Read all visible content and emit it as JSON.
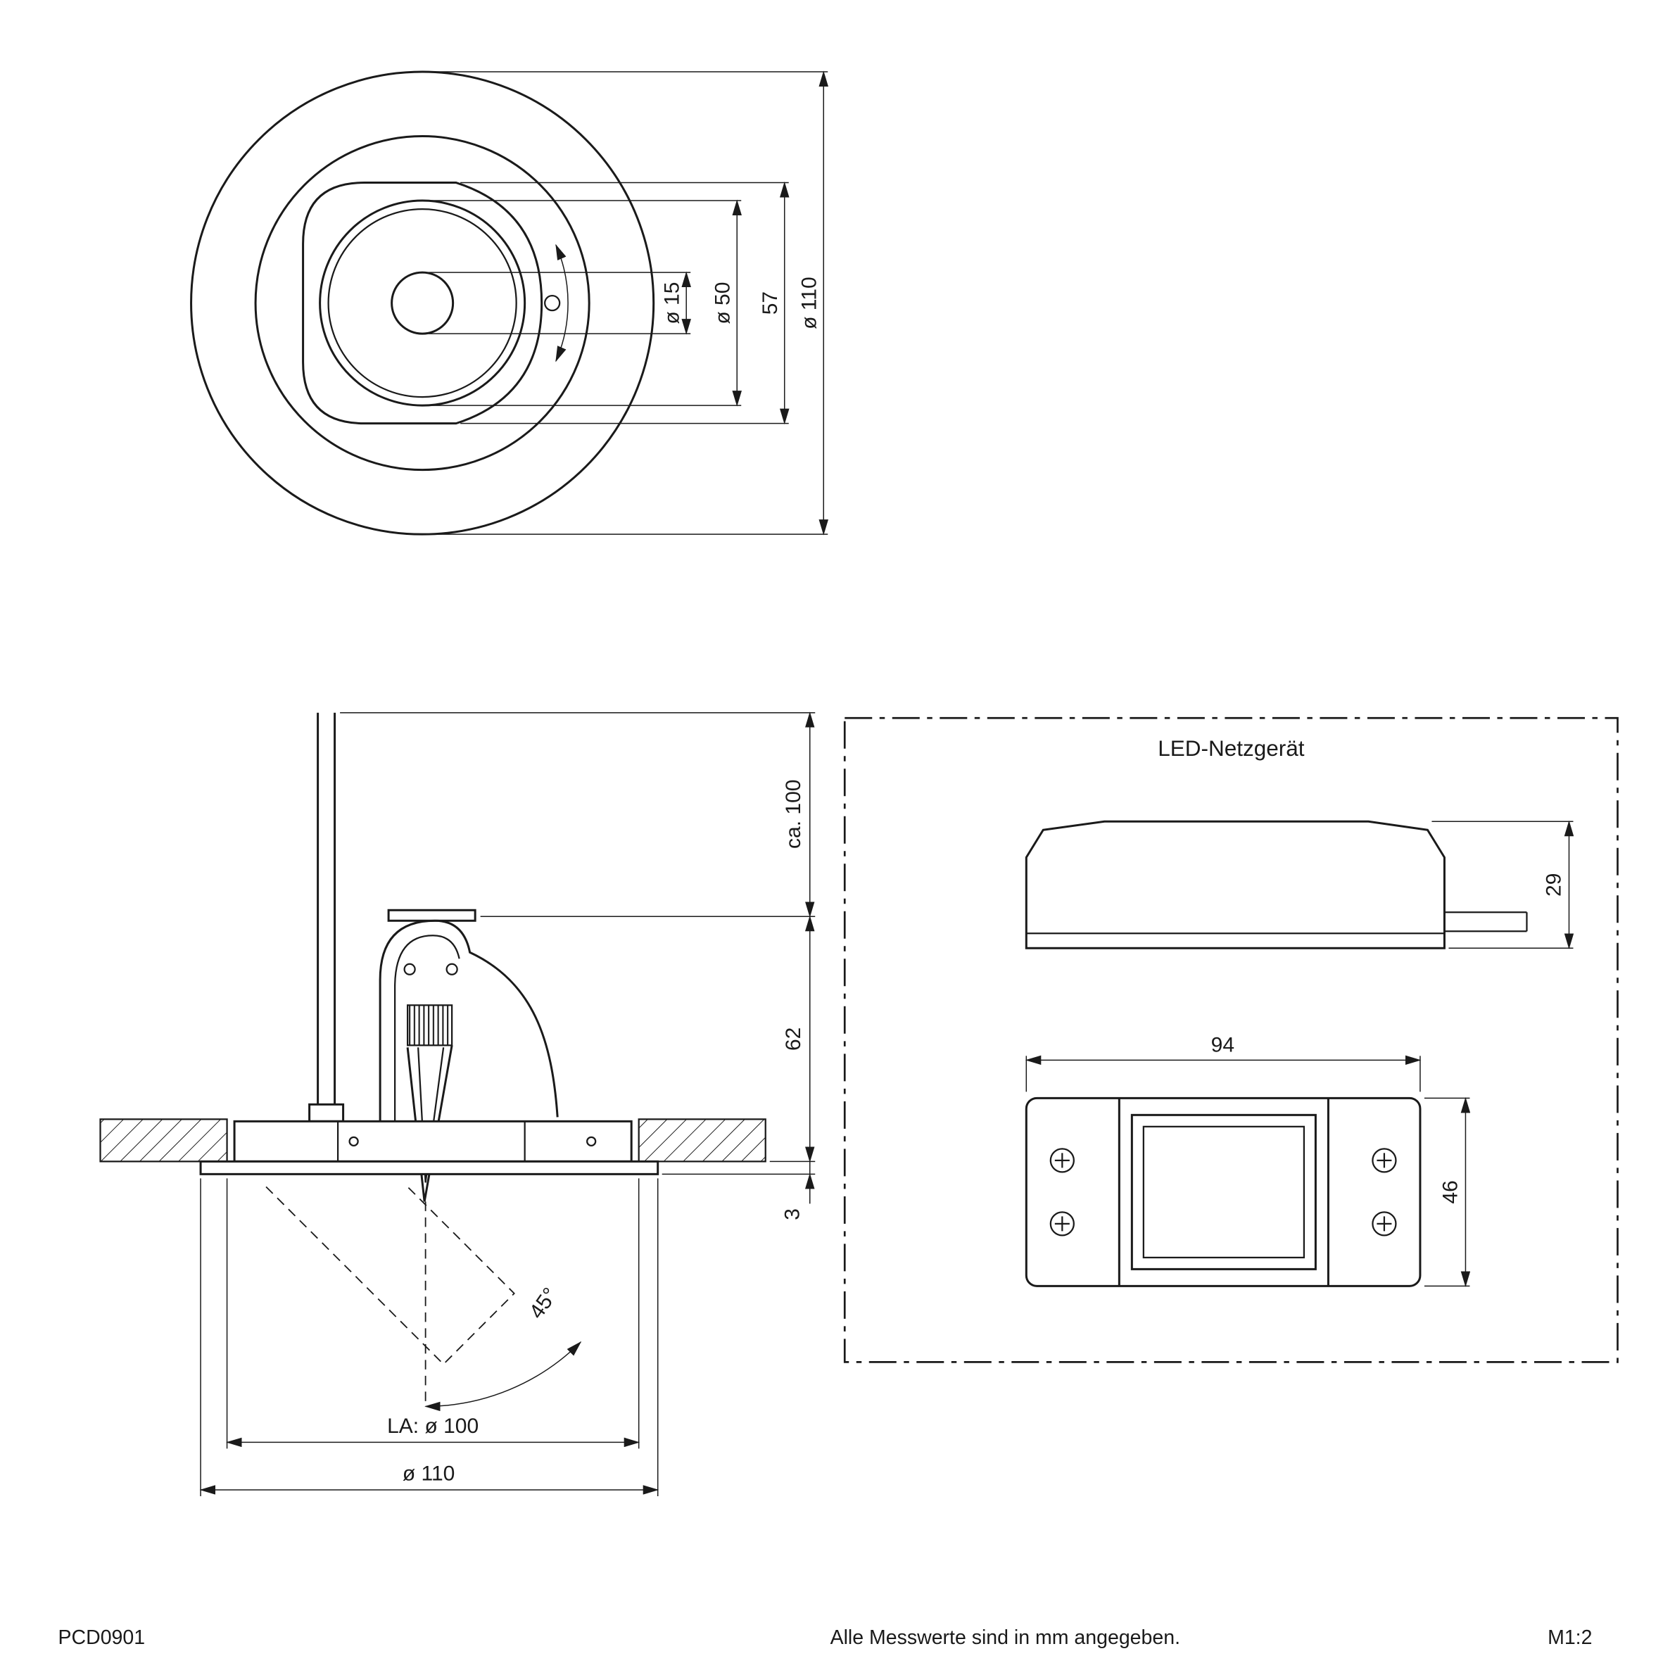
{
  "page": {
    "footer": {
      "product_code": "PCD0901",
      "note": "Alle Messwerte sind in mm angegeben.",
      "scale": "M1:2"
    },
    "top_view": {
      "dim_d15": "ø 15",
      "dim_d50": "ø 50",
      "dim_57": "57",
      "dim_d110": "ø 110"
    },
    "side_view": {
      "dim_ca100": "ca. 100",
      "dim_62": "62",
      "dim_3": "3",
      "dim_angle": "45°",
      "dim_la": "LA: ø 100",
      "dim_d110": "ø 110"
    },
    "driver": {
      "title": "LED-Netzgerät",
      "dim_29": "29",
      "dim_94": "94",
      "dim_46": "46"
    },
    "colors": {
      "line": "#1a1a1a",
      "background": "#ffffff"
    }
  }
}
